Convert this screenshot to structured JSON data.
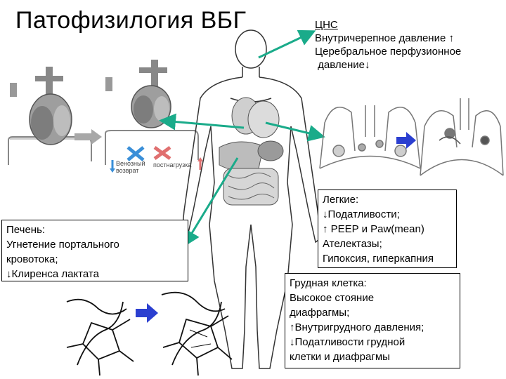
{
  "title": "Патофизилогия ВБГ",
  "cns": {
    "heading": "ЦНС",
    "line1": "Внутричерепное давление",
    "line1_arrow": "↑",
    "line2": "Церебральное перфузионное",
    "line3": "давление",
    "line3_arrow": "↓"
  },
  "heart_labels": {
    "venous": [
      "Венозный",
      "возврат"
    ],
    "afterload": "постнагрузка"
  },
  "liver": {
    "heading": "Печень:",
    "lines": [
      "Угнетение портального",
      "кровотока;",
      "↓Клиренса лактата"
    ]
  },
  "lungs": {
    "heading": "Легкие:",
    "lines": [
      "↓Податливости;",
      "↑ PEEP и Paw(mean)",
      "Ателектазы;",
      "Гипоксия, гиперкапния"
    ]
  },
  "chest": {
    "heading": "Грудная клетка:",
    "lines": [
      "Высокое стояние",
      "диафрагмы;",
      "↑Внутригрудного давления;",
      "↓Податливости грудной",
      "клетки и диафрагмы"
    ]
  },
  "colors": {
    "arrow_teal": "#1aab8a",
    "arrow_blue": "#2b3fd0",
    "x_blue": "#3a8fd8",
    "x_red": "#e07070",
    "arrow_grey": "#a8a8a8"
  }
}
